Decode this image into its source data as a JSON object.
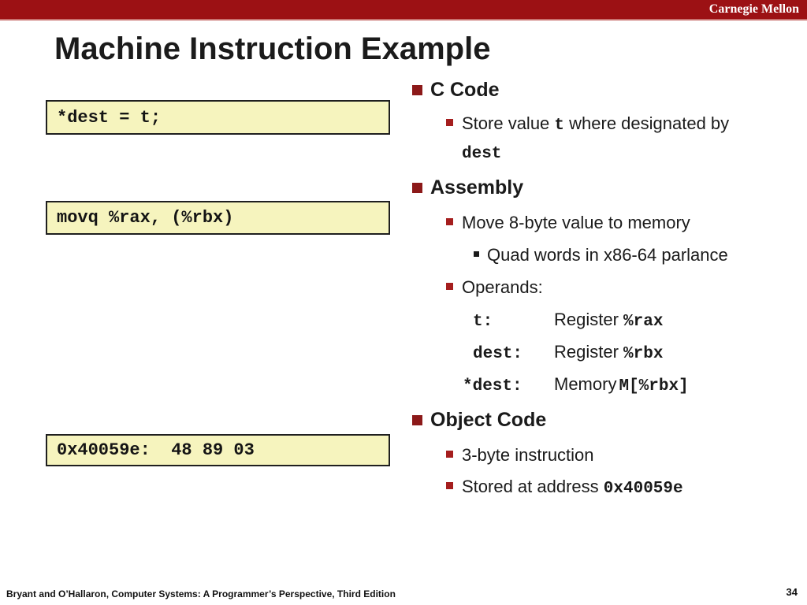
{
  "banner": {
    "brand": "Carnegie Mellon"
  },
  "title": "Machine Instruction Example",
  "code_boxes": [
    {
      "name": "c-code-box",
      "text": "*dest = t;"
    },
    {
      "name": "assembly-code-box",
      "text": "movq %rax, (%rbx)"
    },
    {
      "name": "object-code-box",
      "text": "0x40059e:  48 89 03"
    }
  ],
  "content": {
    "c_code": {
      "heading": "C Code",
      "bullet1_text1": "Store value ",
      "bullet1_code1": "t",
      "bullet1_text2": " where designated by",
      "bullet1_code2": "dest"
    },
    "assembly": {
      "heading": "Assembly",
      "bullet1": "Move 8-byte value to memory",
      "bullet1_sub": "Quad words in x86-64 parlance",
      "bullet2": "Operands:",
      "operands": [
        {
          "label": "t:",
          "kind": "Register ",
          "value": "%rax"
        },
        {
          "label": "dest:",
          "kind": "Register ",
          "value": "%rbx"
        },
        {
          "label": "*dest:",
          "kind": "Memory",
          "value": "M[%rbx]"
        }
      ]
    },
    "object_code": {
      "heading": "Object Code",
      "bullet1": "3-byte instruction",
      "bullet2_text": "Stored at address ",
      "bullet2_code": "0x40059e"
    }
  },
  "footer": {
    "citation": "Bryant and O’Hallaron, Computer Systems: A Programmer’s Perspective, Third Edition",
    "page_number": "34"
  },
  "colors": {
    "banner_red": "#9C1114",
    "banner_edge": "#C8716F",
    "bullet_dark_red": "#8C1919",
    "bullet_red": "#A51E1E",
    "bullet_black": "#1A1A1A",
    "code_box_bg": "#F6F4BE",
    "code_box_border": "#1F1F1F",
    "text": "#1A1A1A"
  }
}
